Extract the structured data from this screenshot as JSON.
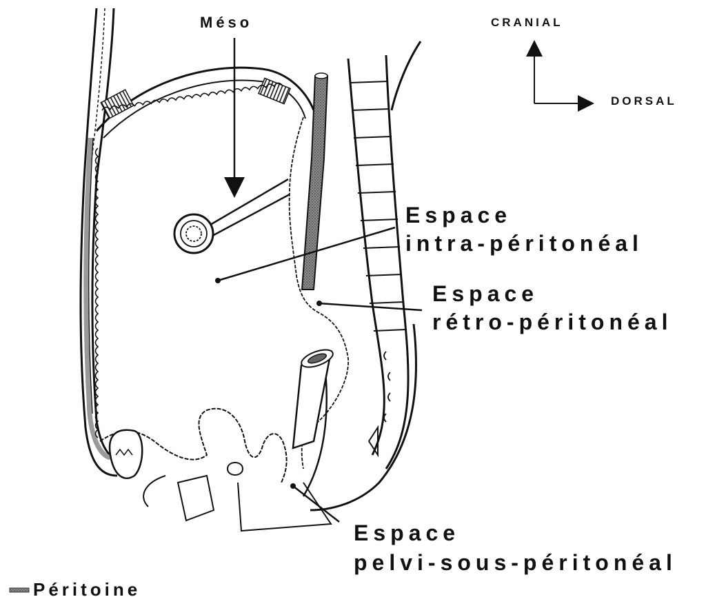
{
  "labels": {
    "meso": "Méso",
    "cranial": "CRANIAL",
    "dorsal": "DORSAL",
    "intra_line1": "Espace",
    "intra_line2": "intra-péritonéal",
    "retro_line1": "Espace",
    "retro_line2": "rétro-péritonéal",
    "pelvi_line1": "Espace",
    "pelvi_line2": "pelvi-sous-péritonéal",
    "legend": "Péritoine"
  },
  "colors": {
    "ink": "#111111",
    "peritoneum_fill": "#9a9a9a",
    "aorta_fill": "#6a6a6a",
    "background": "#ffffff"
  },
  "icons": {
    "orientation": "arrow-axes-icon",
    "legend_swatch": "peritoneum-swatch-icon"
  }
}
